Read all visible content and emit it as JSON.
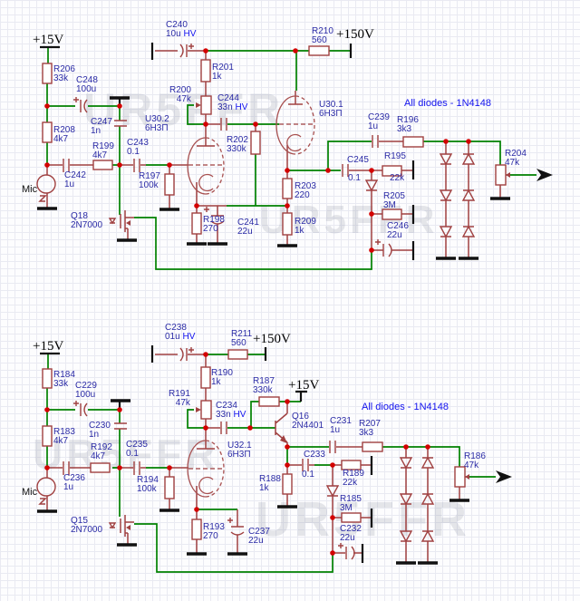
{
  "watermark": "UR5FFR",
  "note_diodes": "All diodes - 1N4148",
  "mic": "Mic",
  "power": {
    "v15": "+15V",
    "v150": "+150V"
  },
  "p": {
    "r206": {
      "n": "R206",
      "v": "33k"
    },
    "r208": {
      "n": "R208",
      "v": "4k7"
    },
    "r199": {
      "n": "R199",
      "v": "4k7"
    },
    "r197": {
      "n": "R197",
      "v": "100k"
    },
    "r201": {
      "n": "R201",
      "v": "1k"
    },
    "r200": {
      "n": "R200",
      "v": "47k"
    },
    "r202": {
      "n": "R202",
      "v": "330k"
    },
    "r203": {
      "n": "R203",
      "v": "220"
    },
    "r209": {
      "n": "R209",
      "v": "1k"
    },
    "r198": {
      "n": "R198",
      "v": "270"
    },
    "r195": {
      "n": "R195",
      "v": "22k"
    },
    "r205": {
      "n": "R205",
      "v": "3M"
    },
    "r196": {
      "n": "R196",
      "v": "3k3"
    },
    "r204": {
      "n": "R204",
      "v": "47k"
    },
    "r210": {
      "n": "R210",
      "v": "560"
    },
    "c240": {
      "n": "C240",
      "v": "10u",
      "hv": "HV"
    },
    "c248": {
      "n": "C248",
      "v": "100u"
    },
    "c247": {
      "n": "C247",
      "v": "1n"
    },
    "c242": {
      "n": "C242",
      "v": "1u"
    },
    "c243": {
      "n": "C243",
      "v": "0.1"
    },
    "c244": {
      "n": "C244",
      "v": "33n",
      "hv": "HV"
    },
    "c239": {
      "n": "C239",
      "v": "1u"
    },
    "c245": {
      "n": "C245",
      "v": "0.1"
    },
    "c241": {
      "n": "C241",
      "v": "22u"
    },
    "c246": {
      "n": "C246",
      "v": "22u"
    },
    "q18": {
      "n": "Q18",
      "v": "2N7000"
    },
    "u302": {
      "n": "U30.2",
      "v": "6Н3П"
    },
    "u301": {
      "n": "U30.1",
      "v": "6Н3П"
    },
    "r184": {
      "n": "R184",
      "v": "33k"
    },
    "r183": {
      "n": "R183",
      "v": "4k7"
    },
    "r192": {
      "n": "R192",
      "v": "4k7"
    },
    "r194": {
      "n": "R194",
      "v": "100k"
    },
    "r190": {
      "n": "R190",
      "v": "1k"
    },
    "r191": {
      "n": "R191",
      "v": "47k"
    },
    "r187": {
      "n": "R187",
      "v": "330k"
    },
    "r188": {
      "n": "R188",
      "v": "1k"
    },
    "r193": {
      "n": "R193",
      "v": "270"
    },
    "r189": {
      "n": "R189",
      "v": "22k"
    },
    "r185": {
      "n": "R185",
      "v": "3M"
    },
    "r207": {
      "n": "R207",
      "v": "3k3"
    },
    "r186": {
      "n": "R186",
      "v": "47k"
    },
    "r211": {
      "n": "R211",
      "v": "560"
    },
    "c238": {
      "n": "C238",
      "v": "01u",
      "hv": "HV"
    },
    "c229": {
      "n": "C229",
      "v": "100u"
    },
    "c230": {
      "n": "C230",
      "v": "1n"
    },
    "c236": {
      "n": "C236",
      "v": "1u"
    },
    "c235": {
      "n": "C235",
      "v": "0.1"
    },
    "c234": {
      "n": "C234",
      "v": "33n",
      "hv": "HV"
    },
    "c231": {
      "n": "C231",
      "v": "1u"
    },
    "c233": {
      "n": "C233",
      "v": "0.1"
    },
    "c237": {
      "n": "C237",
      "v": "22u"
    },
    "c232": {
      "n": "C232",
      "v": "22u"
    },
    "q15": {
      "n": "Q15",
      "v": "2N7000"
    },
    "q16": {
      "n": "Q16",
      "v": "2N4401"
    },
    "u321": {
      "n": "U32.1",
      "v": "6Н3П"
    }
  }
}
